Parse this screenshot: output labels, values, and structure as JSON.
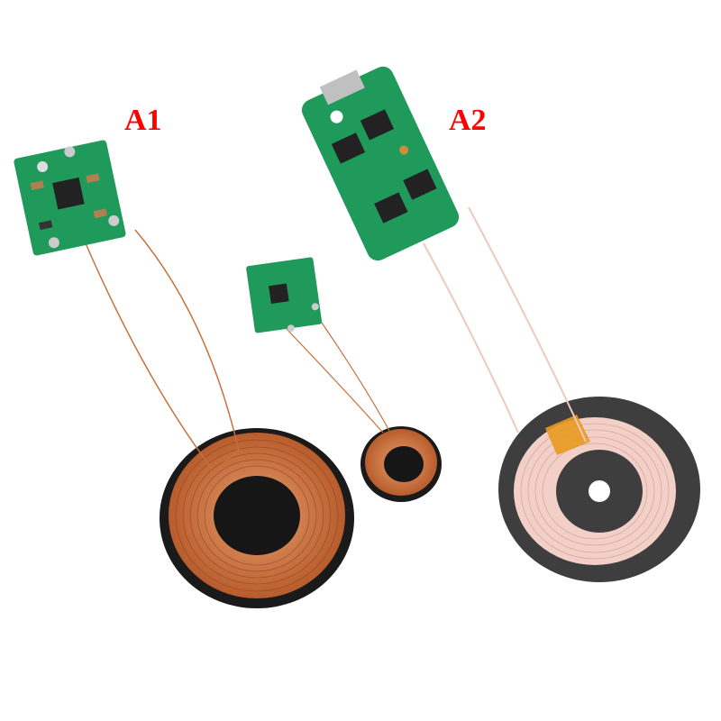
{
  "labels": {
    "a1": "A1",
    "a2": "A2"
  },
  "colors": {
    "label": "#ff0000",
    "pcb_green": "#1f9a5a",
    "copper": "#c8703c",
    "coil_black": "#1a1a1a",
    "coil_pink": "#f0c8c0",
    "ferrite_gray": "#4a4a4a",
    "kapton": "#e89a20"
  },
  "products": [
    {
      "id": "A1",
      "description": "small PCB module with copper coil on black disk (large)"
    },
    {
      "id": "A1-small",
      "description": "miniature PCB module with small copper coil"
    },
    {
      "id": "A2",
      "description": "long PCB module with micro-USB and pink-wire coil on gray ferrite"
    }
  ]
}
